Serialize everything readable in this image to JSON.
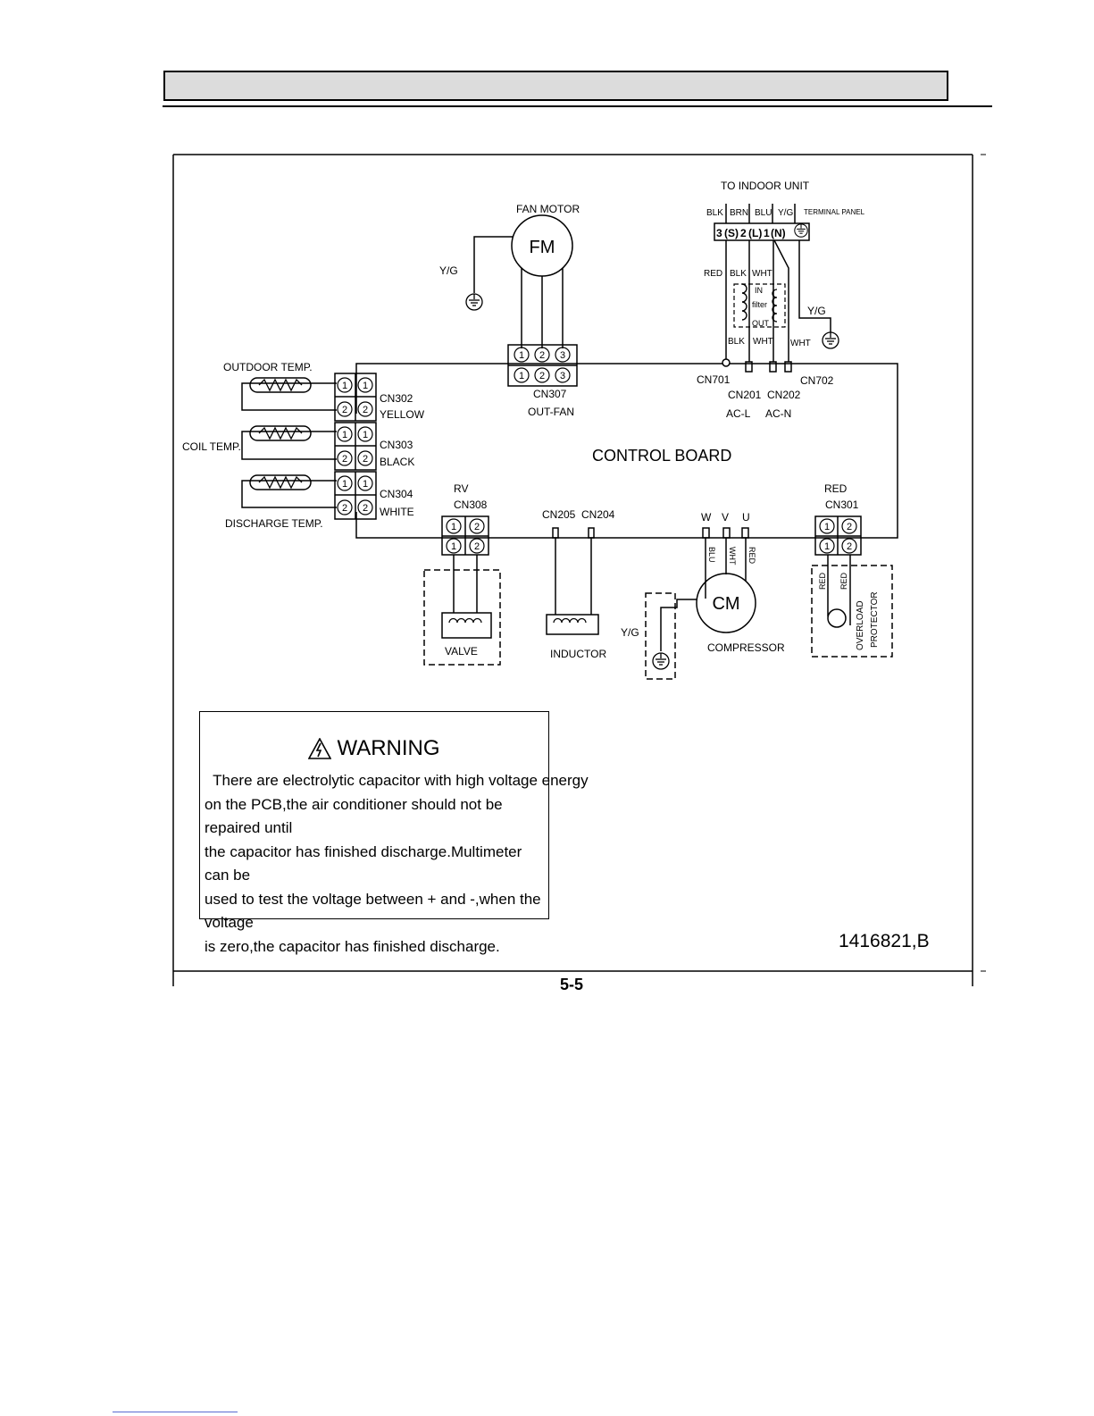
{
  "header": {
    "title": ""
  },
  "diagram": {
    "fan": {
      "title": "FAN MOTOR",
      "symbol": "FM",
      "ground_label": "Y/G",
      "connector": "CN307",
      "connector_sub": "OUT-FAN",
      "pins": [
        "1",
        "2",
        "3"
      ]
    },
    "indoor": {
      "title": "TO INDOOR UNIT",
      "terminal_panel": "TERMINAL PANEL",
      "wires": [
        "BLK",
        "BRN",
        "BLU",
        "Y/G"
      ],
      "terminals": [
        "3",
        "(S)",
        "2",
        "(L)",
        "1",
        "(N)"
      ],
      "red": "RED",
      "blk": "BLK",
      "wht": "WHT",
      "filter_in": "IN",
      "filter": "filter",
      "filter_out": "OUT",
      "blk_low": "BLK",
      "wht_low": "WHT",
      "wht_right": "WHT",
      "ground_label": "Y/G",
      "cn701": "CN701",
      "cn201": "CN201",
      "cn201_sub": "AC-L",
      "cn202": "CN202",
      "cn202_sub": "AC-N",
      "cn702": "CN702"
    },
    "sensors": {
      "outdoor": {
        "label": "OUTDOOR TEMP.",
        "connector": "CN302",
        "color": "YELLOW"
      },
      "coil": {
        "label": "COIL TEMP.",
        "connector": "CN303",
        "color": "BLACK"
      },
      "discharge": {
        "label": "DISCHARGE TEMP.",
        "connector": "CN304",
        "color": "WHITE"
      }
    },
    "board_label": "CONTROL BOARD",
    "valve": {
      "rv": "RV",
      "connector": "CN308",
      "label": "VALVE"
    },
    "inductor": {
      "cn205": "CN205",
      "cn204": "CN204",
      "label": "INDUCTOR"
    },
    "compressor": {
      "w": "W",
      "v": "V",
      "u": "U",
      "wire_blu": "BLU",
      "wire_wht": "WHT",
      "wire_red": "RED",
      "symbol": "CM",
      "label": "COMPRESSOR",
      "ground_label": "Y/G"
    },
    "overload": {
      "red": "RED",
      "connector": "CN301",
      "wire1": "RED",
      "wire2": "RED",
      "label1": "OVERLOAD",
      "label2": "PROTECTOR"
    },
    "doc_code": "1416821,B",
    "page_fragment": "5-5"
  },
  "warning": {
    "title": "WARNING",
    "lines": [
      "  There are electrolytic capacitor with high voltage energy",
      "on the PCB,the air conditioner should not be repaired until",
      "the capacitor has finished discharge.Multimeter can be",
      "used to test the voltage between + and -,when the voltage",
      "is zero,the capacitor has finished discharge."
    ]
  }
}
